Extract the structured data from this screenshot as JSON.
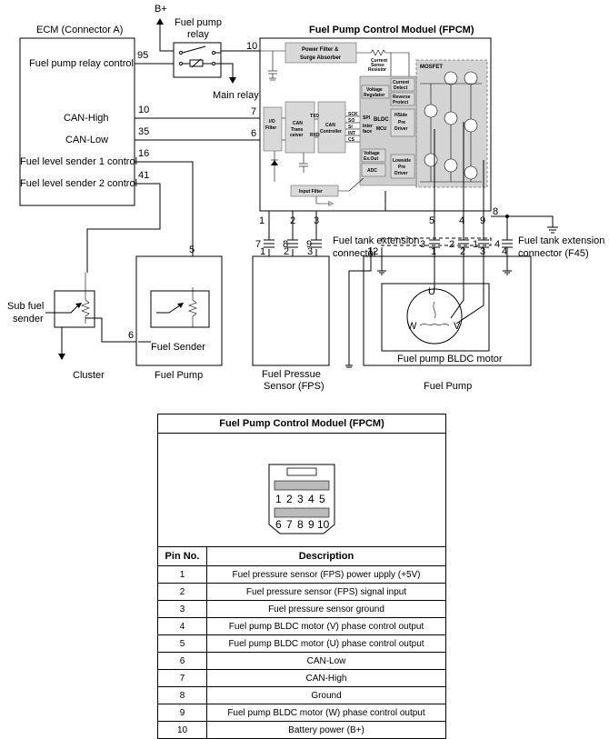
{
  "diagram": {
    "ecm": {
      "title": "ECM (Connector A)",
      "labels": [
        "Fuel pump relay control",
        "CAN-High",
        "CAN-Low",
        "Fuel level sender 1 control",
        "Fuel level sender 2 control"
      ],
      "pins": [
        "95",
        "10",
        "35",
        "16",
        "41"
      ]
    },
    "b_plus": "B+",
    "relay_label_1": "Fuel pump",
    "relay_label_2": "relay",
    "main_relay": "Main relay",
    "fpcm": {
      "title": "Fuel Pump Control Moduel (FPCM)",
      "pins_left": [
        "10",
        "7",
        "6"
      ],
      "pin_8": "8",
      "blocks": {
        "power_filter": "Power Filter &",
        "surge_absorber": "Surge Absorber",
        "current_sense_1": "Current",
        "current_sense_2": "Sense",
        "current_sense_3": "Resistor",
        "mosfet": "MOSFET",
        "io_1": "I/O",
        "io_2": "Filter",
        "can_trans_1": "CAN",
        "can_trans_2": "Trans",
        "can_trans_3": "ceiver",
        "can_ctrl_1": "CAN",
        "can_ctrl_2": "Controller",
        "txd": "TXD",
        "rxd": "RXD",
        "sck": "SCK",
        "so": "SO",
        "si": "SI",
        "int": "INT",
        "cs": "CS",
        "vreg_1": "Voltage",
        "vreg_2": "Regulator",
        "cur_det_1": "Current",
        "cur_det_2": "Detect",
        "rev_1": "Reverse",
        "rev_2": "Protect",
        "spi": "SPI",
        "inter_1": "Inter",
        "inter_2": "face",
        "bldc_1": "BLDC",
        "bldc_2": "MCU",
        "hside_1": "HSide",
        "hside_2": "Pre",
        "hside_3": "Driver",
        "lside_1": "Lowside",
        "lside_2": "Pre",
        "lside_3": "Driver",
        "vext_1": "Voltage",
        "vext_2": "Ex.Out",
        "adc": "ADC",
        "input_filter": "Input Filter"
      }
    },
    "bottom_pins": [
      "1",
      "2",
      "3",
      "5",
      "4",
      "9"
    ],
    "ext_conn_left": {
      "pins_top": [
        "7",
        "8",
        "9"
      ],
      "pins_bottom": [
        "1",
        "2",
        "3"
      ],
      "label_1": "Fuel tank extension",
      "label_2": "connector"
    },
    "ext_conn_right": {
      "pins_top": [
        "3",
        "2",
        "1",
        "4"
      ],
      "pins_bottom": [
        "12",
        "1",
        "2",
        "3",
        "4"
      ],
      "label_1": "Fuel tank extension",
      "label_2": "connector (F45)"
    },
    "sub_sender_1": "Sub fuel",
    "sub_sender_2": "sender",
    "cluster": "Cluster",
    "fuel_sender": "Fuel Sender",
    "fuel_pump_left": "Fuel Pump",
    "pin_5": "5",
    "pin_6": "6",
    "fps_1": "Fuel Pressue",
    "fps_2": "Sensor (FPS)",
    "motor": {
      "u": "U",
      "w": "W",
      "v": "V",
      "label": "Fuel pump BLDC motor"
    },
    "fuel_pump_right": "Fuel Pump"
  },
  "pin_table": {
    "title": "Fuel Pump Control Moduel (FPCM)",
    "connector_row1": [
      "1",
      "2",
      "3",
      "4",
      "5"
    ],
    "connector_row2": [
      "6",
      "7",
      "8",
      "9",
      "10"
    ],
    "headers": [
      "Pin No.",
      "Description"
    ],
    "rows": [
      {
        "pin": "1",
        "desc": "Fuel pressure sensor (FPS) power upply (+5V)"
      },
      {
        "pin": "2",
        "desc": "Fuel pressure sensor (FPS) signal input"
      },
      {
        "pin": "3",
        "desc": "Fuel pressure sensor ground"
      },
      {
        "pin": "4",
        "desc": "Fuel pump BLDC motor (V) phase control output"
      },
      {
        "pin": "5",
        "desc": "Fuel pump BLDC motor (U) phase control output"
      },
      {
        "pin": "6",
        "desc": "CAN-Low"
      },
      {
        "pin": "7",
        "desc": "CAN-High"
      },
      {
        "pin": "8",
        "desc": "Ground"
      },
      {
        "pin": "9",
        "desc": "Fuel pump BLDC motor (W) phase control output"
      },
      {
        "pin": "10",
        "desc": "Battery power (B+)"
      }
    ]
  }
}
